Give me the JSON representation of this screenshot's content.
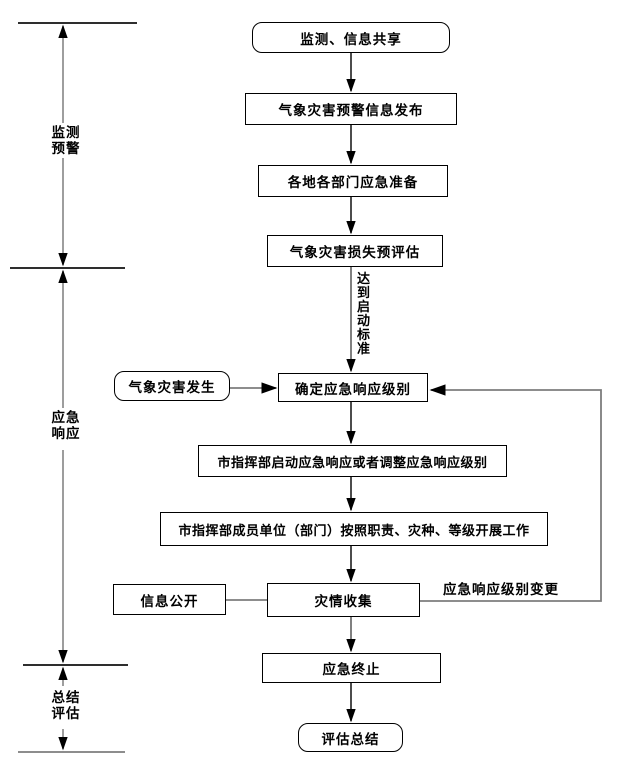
{
  "colors": {
    "box_border": "#000000",
    "flow_line": "#111111",
    "gray_line": "#7d7d7d",
    "arrowhead": "#000000",
    "text": "#000000",
    "background": "#ffffff"
  },
  "phases": [
    {
      "id": "monitoring-warning",
      "lines": [
        "监测",
        "预警"
      ]
    },
    {
      "id": "emergency-response",
      "lines": [
        "应急",
        "响应"
      ]
    },
    {
      "id": "summary-evaluation",
      "lines": [
        "总结",
        "评估"
      ]
    }
  ],
  "nodes": [
    {
      "id": "monitor-info-share",
      "label": "监测、信息共享",
      "shape": "rounded"
    },
    {
      "id": "warning-info-release",
      "label": "气象灾害预警信息发布",
      "shape": "rect"
    },
    {
      "id": "dept-emergency-prep",
      "label": "各地各部门应急准备",
      "shape": "rect"
    },
    {
      "id": "loss-pre-assessment",
      "label": "气象灾害损失预评估",
      "shape": "rect"
    },
    {
      "id": "disaster-occurs",
      "label": "气象灾害发生",
      "shape": "rounded"
    },
    {
      "id": "determine-response-level",
      "label": "确定应急响应级别",
      "shape": "rect"
    },
    {
      "id": "hq-start-adjust-response",
      "label": "市指挥部启动应急响应或者调整应急响应级别",
      "shape": "rect"
    },
    {
      "id": "members-carry-out-work",
      "label": "市指挥部成员单位（部门）按照职责、灾种、等级开展工作",
      "shape": "rect"
    },
    {
      "id": "info-disclosure",
      "label": "信息公开",
      "shape": "rect"
    },
    {
      "id": "disaster-info-collection",
      "label": "灾情收集",
      "shape": "rect"
    },
    {
      "id": "emergency-termination",
      "label": "应急终止",
      "shape": "rect"
    },
    {
      "id": "evaluation-summary",
      "label": "评估总结",
      "shape": "rounded"
    }
  ],
  "annotations": {
    "trigger_condition": "达到启动标准",
    "feedback_label": "应急响应级别变更"
  }
}
